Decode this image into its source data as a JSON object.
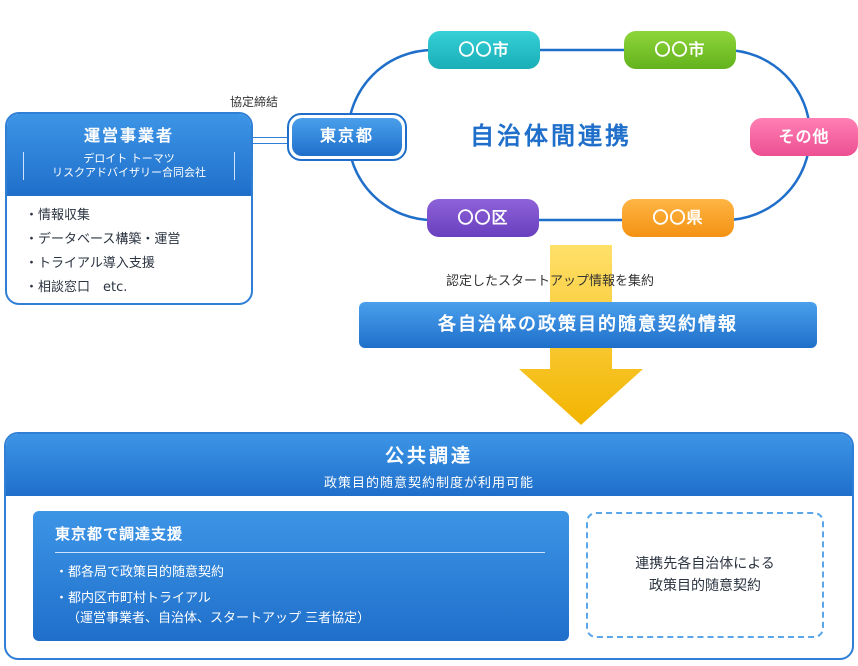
{
  "operator": {
    "title": "運営事業者",
    "company_line1": "デロイト トーマツ",
    "company_line2": "リスクアドバイザリー合同会社",
    "tasks": [
      "情報収集",
      "データベース構築・運営",
      "トライアル導入支援",
      "相談窓口　etc."
    ]
  },
  "agreement_label": "協定締結",
  "collaboration": {
    "center_title": "自治体間連携",
    "tokyo": "東京都",
    "members": {
      "teal": "〇〇市",
      "green": "〇〇市",
      "purple": "〇〇区",
      "orange": "〇〇県",
      "pink": "その他"
    }
  },
  "gather_label": "認定したスタートアップ情報を集約",
  "policy_banner": "各自治体の政策目的随意契約情報",
  "procurement": {
    "title": "公共調達",
    "subtitle": "政策目的随意契約制度が利用可能",
    "tokyo_support": {
      "title": "東京都で調達支援",
      "item1": "都各局で政策目的随意契約",
      "item2": "都内区市町村トライアル",
      "item2_note": "（運営事業者、自治体、スタートアップ 三者協定）"
    },
    "partner_line1": "連携先各自治体による",
    "partner_line2": "政策目的随意契約"
  },
  "colors": {
    "primary_blue": "#1f6fca",
    "teal": "#19aeb8",
    "green": "#63b21d",
    "purple": "#6a3fbf",
    "orange": "#f39214",
    "pink": "#ec4f92",
    "arrow_yellow": "#f7c20a"
  }
}
